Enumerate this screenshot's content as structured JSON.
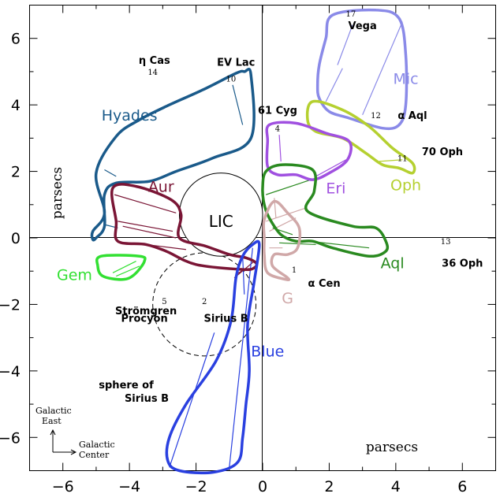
{
  "chart_data": {
    "type": "diagram",
    "xlim": [
      -7,
      7
    ],
    "ylim": [
      -7,
      7
    ],
    "x_ticks": [
      "-6",
      "-4",
      "-2",
      "0",
      "2",
      "4",
      "6"
    ],
    "y_ticks": [
      "-6",
      "-4",
      "-2",
      "0",
      "2",
      "4",
      "6"
    ],
    "xlabel": "parsecs",
    "ylabel": "parsecs",
    "lic": {
      "label": "LIC",
      "center": [
        -1.25,
        0.7
      ],
      "radius": 1.25
    },
    "stromgren": {
      "label": "Strömgren sphere of Sirius B",
      "center": [
        -1.75,
        -2.0
      ],
      "radius": 1.55
    },
    "clouds": [
      {
        "name": "Mic",
        "color": "#8A8AE8",
        "label_at": [
          4.3,
          4.8
        ],
        "outline": [
          [
            2.1,
            6.7
          ],
          [
            3.4,
            6.85
          ],
          [
            4.1,
            6.6
          ],
          [
            4.3,
            5.5
          ],
          [
            4.3,
            4.0
          ],
          [
            4.1,
            3.4
          ],
          [
            3.6,
            3.3
          ],
          [
            2.6,
            3.6
          ],
          [
            2.0,
            3.8
          ],
          [
            1.7,
            4.2
          ],
          [
            1.65,
            4.6
          ],
          [
            1.7,
            5.2
          ],
          [
            1.9,
            6.0
          ],
          [
            2.1,
            6.7
          ]
        ]
      },
      {
        "name": "Oph",
        "color": "#B5D030",
        "label_at": [
          4.3,
          1.6
        ],
        "outline": [
          [
            1.5,
            4.1
          ],
          [
            2.4,
            3.85
          ],
          [
            3.2,
            3.35
          ],
          [
            3.9,
            2.7
          ],
          [
            4.5,
            2.25
          ],
          [
            4.5,
            1.95
          ],
          [
            4.1,
            2.1
          ],
          [
            3.6,
            2.2
          ],
          [
            3.1,
            2.55
          ],
          [
            2.4,
            3.0
          ],
          [
            1.6,
            3.2
          ],
          [
            1.35,
            3.55
          ],
          [
            1.5,
            4.1
          ]
        ]
      },
      {
        "name": "Eri",
        "color": "#A050E0",
        "label_at": [
          2.2,
          1.5
        ],
        "outline": [
          [
            0.2,
            3.4
          ],
          [
            1.0,
            3.45
          ],
          [
            1.9,
            3.15
          ],
          [
            2.6,
            2.9
          ],
          [
            2.55,
            2.35
          ],
          [
            2.0,
            1.95
          ],
          [
            1.5,
            1.75
          ],
          [
            1.0,
            1.9
          ],
          [
            0.45,
            1.9
          ],
          [
            0.15,
            2.15
          ],
          [
            0.15,
            2.9
          ],
          [
            0.2,
            3.4
          ]
        ]
      },
      {
        "name": "Aql",
        "color": "#2A8A20",
        "label_at": [
          3.9,
          -0.75
        ],
        "outline": [
          [
            0.1,
            2.0
          ],
          [
            0.6,
            2.2
          ],
          [
            1.5,
            2.05
          ],
          [
            1.55,
            1.4
          ],
          [
            1.35,
            0.8
          ],
          [
            2.7,
            0.35
          ],
          [
            3.4,
            0.3
          ],
          [
            3.7,
            -0.1
          ],
          [
            3.7,
            -0.4
          ],
          [
            3.2,
            -0.55
          ],
          [
            2.1,
            -0.3
          ],
          [
            1.5,
            -0.1
          ],
          [
            1.0,
            -0.1
          ],
          [
            0.55,
            0.1
          ],
          [
            0.2,
            0.6
          ],
          [
            0.05,
            1.0
          ],
          [
            0.0,
            1.5
          ],
          [
            0.1,
            2.0
          ]
        ]
      },
      {
        "name": "G",
        "color": "#D0A8A8",
        "label_at": [
          0.75,
          -1.8
        ],
        "outline": [
          [
            0.35,
            1.1
          ],
          [
            0.75,
            0.75
          ],
          [
            1.1,
            0.3
          ],
          [
            1.05,
            -0.3
          ],
          [
            0.75,
            -0.5
          ],
          [
            0.35,
            -0.5
          ],
          [
            0.3,
            -0.85
          ],
          [
            0.75,
            -1.2
          ],
          [
            0.7,
            -1.25
          ],
          [
            0.15,
            -1.05
          ],
          [
            0.05,
            -0.5
          ],
          [
            0.05,
            0.0
          ],
          [
            0.05,
            0.55
          ],
          [
            0.35,
            1.1
          ]
        ]
      },
      {
        "name": "Hyades",
        "color": "#1A5A8A",
        "label_at": [
          -4.0,
          3.7
        ],
        "outline": [
          [
            -5.0,
            1.95
          ],
          [
            -4.4,
            3.05
          ],
          [
            -3.7,
            3.55
          ],
          [
            -2.8,
            4.0
          ],
          [
            -1.8,
            4.45
          ],
          [
            -0.8,
            4.95
          ],
          [
            -0.55,
            5.0
          ],
          [
            -0.35,
            4.9
          ],
          [
            -0.35,
            3.0
          ],
          [
            -1.5,
            2.4
          ],
          [
            -2.6,
            2.0
          ],
          [
            -3.4,
            1.7
          ],
          [
            -4.4,
            1.65
          ],
          [
            -4.75,
            1.3
          ],
          [
            -4.75,
            0.35
          ],
          [
            -5.0,
            0.0
          ],
          [
            -5.1,
            -0.05
          ],
          [
            -5.1,
            0.2
          ],
          [
            -4.75,
            0.75
          ],
          [
            -5.0,
            1.95
          ]
        ]
      },
      {
        "name": "Aur",
        "color": "#7A1535",
        "label_at": [
          -3.05,
          1.55
        ],
        "outline": [
          [
            -4.5,
            1.5
          ],
          [
            -3.8,
            1.55
          ],
          [
            -2.75,
            1.15
          ],
          [
            -2.45,
            0.7
          ],
          [
            -2.5,
            0.0
          ],
          [
            -1.7,
            -0.25
          ],
          [
            -1.0,
            -0.5
          ],
          [
            -0.5,
            -0.6
          ],
          [
            -0.2,
            -0.75
          ],
          [
            -0.25,
            -0.9
          ],
          [
            -0.6,
            -0.95
          ],
          [
            -2.0,
            -0.8
          ],
          [
            -2.9,
            -0.4
          ],
          [
            -3.5,
            -0.2
          ],
          [
            -4.35,
            -0.1
          ],
          [
            -4.4,
            0.5
          ],
          [
            -4.5,
            1.5
          ]
        ]
      },
      {
        "name": "Gem",
        "color": "#32E032",
        "label_at": [
          -5.65,
          -1.1
        ],
        "outline": [
          [
            -4.85,
            -0.55
          ],
          [
            -3.7,
            -0.55
          ],
          [
            -3.55,
            -0.7
          ],
          [
            -3.85,
            -1.1
          ],
          [
            -4.2,
            -1.25
          ],
          [
            -4.8,
            -1.15
          ],
          [
            -4.95,
            -0.85
          ],
          [
            -4.85,
            -0.55
          ]
        ]
      },
      {
        "name": "Blue",
        "color": "#2A40E0",
        "label_at": [
          0.15,
          -3.4
        ],
        "outline": [
          [
            -0.1,
            -0.2
          ],
          [
            -0.25,
            -1.3
          ],
          [
            -0.45,
            -2.6
          ],
          [
            -0.4,
            -4.0
          ],
          [
            -0.5,
            -5.0
          ],
          [
            -0.6,
            -6.0
          ],
          [
            -0.75,
            -6.75
          ],
          [
            -1.5,
            -7.05
          ],
          [
            -2.5,
            -7.0
          ],
          [
            -2.85,
            -6.7
          ],
          [
            -2.8,
            -6.0
          ],
          [
            -2.3,
            -5.0
          ],
          [
            -1.4,
            -3.7
          ],
          [
            -0.95,
            -2.5
          ],
          [
            -0.8,
            -1.2
          ],
          [
            -0.6,
            -0.55
          ],
          [
            -0.3,
            -0.2
          ],
          [
            -0.1,
            -0.2
          ]
        ]
      }
    ],
    "stars": [
      {
        "name": "Vega",
        "num": "17",
        "num_at": [
          2.65,
          6.75
        ],
        "label_at": [
          3.0,
          6.4
        ]
      },
      {
        "name": "EV Lac",
        "num": "10",
        "num_at": [
          -0.95,
          4.8
        ],
        "label_at": [
          -0.8,
          5.3
        ]
      },
      {
        "name": "η Cas",
        "num": "14",
        "num_at": [
          -3.3,
          5.0
        ],
        "label_at": [
          -3.25,
          5.35
        ]
      },
      {
        "name": "61 Cyg",
        "num": "4",
        "num_at": [
          0.45,
          3.3
        ],
        "label_at": [
          0.45,
          3.85
        ]
      },
      {
        "name": "α Aql",
        "num": "12",
        "num_at": [
          3.4,
          3.7
        ],
        "label_at": [
          4.5,
          3.7
        ]
      },
      {
        "name": "70 Oph",
        "num": "11",
        "num_at": [
          4.2,
          2.4
        ],
        "label_at": [
          5.4,
          2.6
        ]
      },
      {
        "name": "36 Oph",
        "num": "13",
        "num_at": [
          5.5,
          -0.1
        ],
        "label_at": [
          6.0,
          -0.75
        ]
      },
      {
        "name": "α Cen",
        "num": "1",
        "num_at": [
          0.95,
          -0.95
        ],
        "label_at": [
          1.85,
          -1.35
        ]
      },
      {
        "name": "Procyon",
        "num": "5",
        "num_at": [
          -2.95,
          -1.9
        ],
        "label_at": [
          -3.55,
          -2.4
        ]
      },
      {
        "name": "Sirius B",
        "num": "2",
        "num_at": [
          -1.75,
          -1.9
        ],
        "label_at": [
          -1.1,
          -2.4
        ]
      }
    ],
    "lines": [
      [
        [
          2.7,
          6.4
        ],
        [
          2.25,
          5.2
        ]
      ],
      [
        [
          4.2,
          6.5
        ],
        [
          3.0,
          3.7
        ]
      ],
      [
        [
          2.4,
          5.1
        ],
        [
          1.9,
          4.1
        ]
      ],
      [
        [
          -0.9,
          4.6
        ],
        [
          -0.6,
          3.4
        ]
      ],
      [
        [
          0.5,
          3.1
        ],
        [
          0.55,
          2.3
        ]
      ],
      [
        [
          2.6,
          2.4
        ],
        [
          1.6,
          1.85
        ]
      ],
      [
        [
          4.2,
          2.35
        ],
        [
          3.5,
          2.3
        ]
      ],
      [
        [
          0.1,
          1.3
        ],
        [
          1.6,
          1.8
        ]
      ],
      [
        [
          0.1,
          0.5
        ],
        [
          1.3,
          0.9
        ]
      ],
      [
        [
          0.2,
          0.2
        ],
        [
          1.0,
          0.6
        ]
      ],
      [
        [
          1.4,
          -0.1
        ],
        [
          3.2,
          -0.3
        ]
      ],
      [
        [
          0.5,
          -0.15
        ],
        [
          1.6,
          -0.2
        ]
      ],
      [
        [
          0.35,
          1.2
        ],
        [
          0.4,
          0.6
        ]
      ],
      [
        [
          0.3,
          0.3
        ],
        [
          0.9,
          0.1
        ]
      ],
      [
        [
          0.2,
          -0.3
        ],
        [
          0.6,
          -0.3
        ]
      ],
      [
        [
          -4.75,
          2.05
        ],
        [
          -4.4,
          1.85
        ]
      ],
      [
        [
          -4.75,
          0.4
        ],
        [
          -4.35,
          0.3
        ]
      ],
      [
        [
          -4.45,
          1.3
        ],
        [
          -2.6,
          0.75
        ]
      ],
      [
        [
          -4.35,
          0.5
        ],
        [
          -2.7,
          0.2
        ]
      ],
      [
        [
          -4.2,
          0.35
        ],
        [
          -2.6,
          0.0
        ]
      ],
      [
        [
          -3.5,
          -0.2
        ],
        [
          -2.3,
          -0.35
        ]
      ],
      [
        [
          -4.5,
          -1.05
        ],
        [
          -3.8,
          -0.7
        ]
      ],
      [
        [
          -4.4,
          -1.15
        ],
        [
          -3.7,
          -0.85
        ]
      ],
      [
        [
          -0.55,
          -0.95
        ],
        [
          -0.8,
          -1.1
        ]
      ],
      [
        [
          -0.25,
          -0.7
        ],
        [
          -0.85,
          -1.2
        ]
      ],
      [
        [
          -0.3,
          -0.3
        ],
        [
          -1.0,
          -6.9
        ]
      ],
      [
        [
          -1.45,
          -2.85
        ],
        [
          -2.8,
          -6.9
        ]
      ],
      [
        [
          -0.6,
          -0.55
        ],
        [
          -0.55,
          -1.7
        ]
      ]
    ],
    "compass": {
      "east_label": "Galactic East",
      "center_label": "Galactic Center"
    }
  }
}
